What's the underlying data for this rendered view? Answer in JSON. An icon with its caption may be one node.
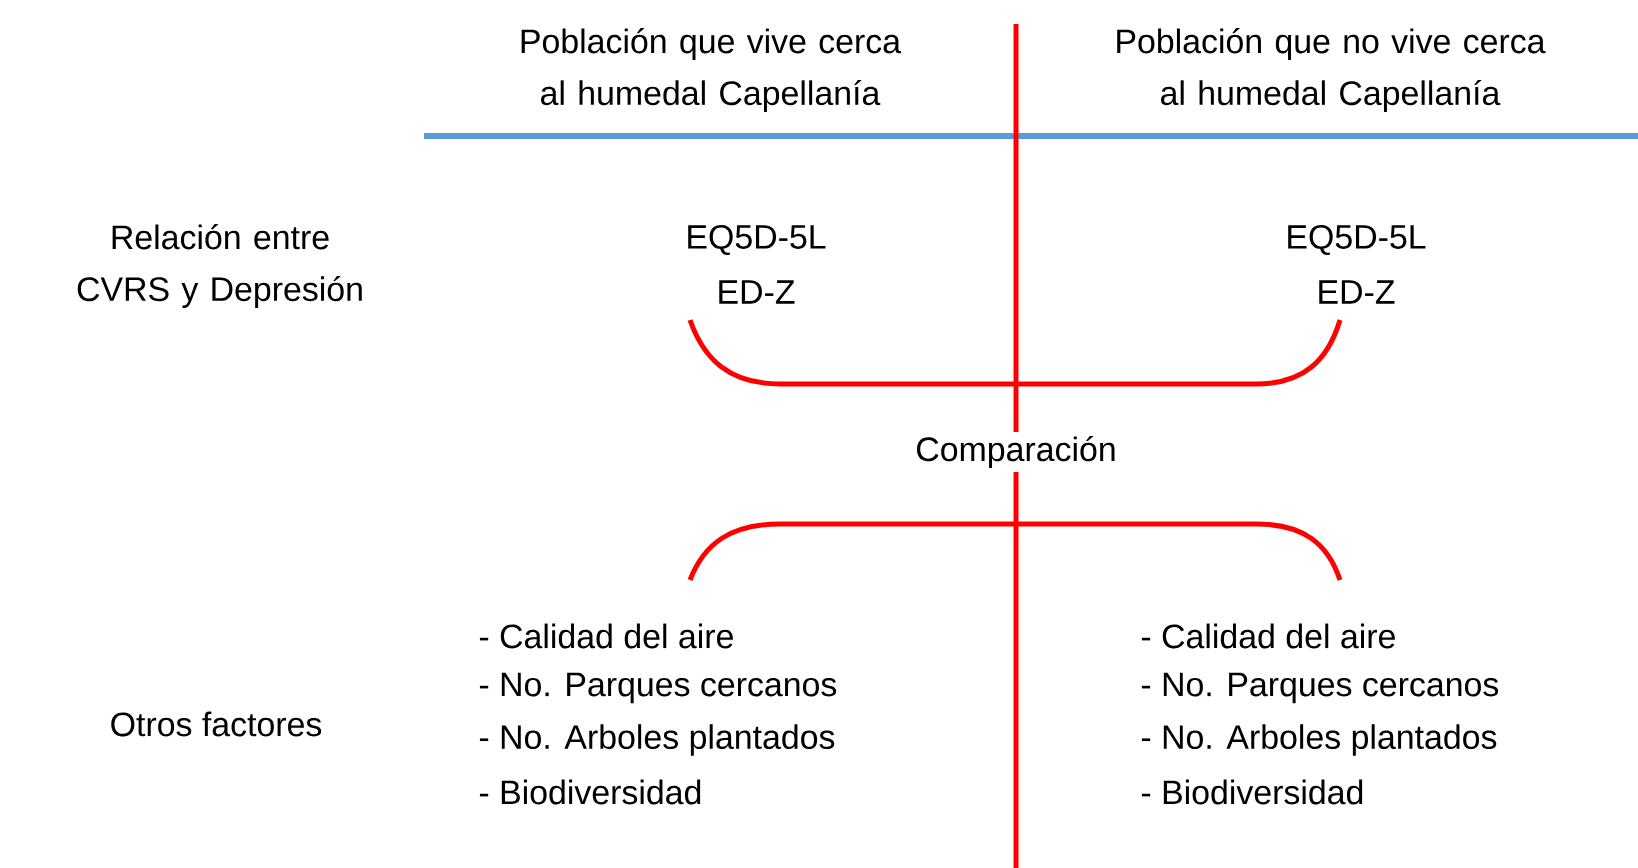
{
  "diagram": {
    "labels": [
      "Población que vive cerca al humedal Capellanía",
      "Población que no vive cerca al humedal Capellanía",
      "Relación entre CVRS y Depresión",
      "EQ5D-5L",
      "ED-Z",
      "EQ5D-5L",
      "ED-Z",
      "Comparación",
      "- Calidad del aire",
      "- Calidad del aire",
      "- No. Parques cercanos",
      "- No. Parques cercanos",
      "Otros factores",
      "- No. Arboles plantados",
      "- No. Arboles plantados",
      "- Biodiversidad",
      "- Biodiversidad"
    ]
  }
}
